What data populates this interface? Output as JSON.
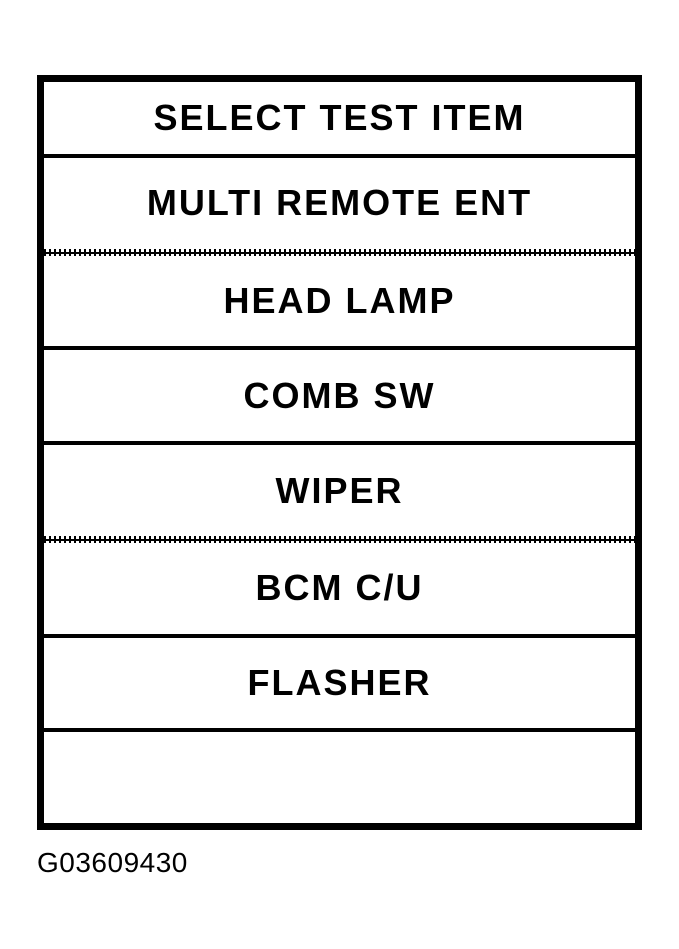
{
  "figure": {
    "caption": "G03609430",
    "colors": {
      "foreground": "#000000",
      "background": "#ffffff"
    }
  },
  "screen": {
    "title": "SELECT TEST ITEM",
    "menu_items": [
      {
        "label": "MULTI REMOTE ENT",
        "divider_after": "dotted"
      },
      {
        "label": "HEAD LAMP",
        "divider_after": "solid"
      },
      {
        "label": "COMB SW",
        "divider_after": "solid"
      },
      {
        "label": "WIPER",
        "divider_after": "dotted"
      },
      {
        "label": "BCM C/U",
        "divider_after": "solid"
      },
      {
        "label": "FLASHER",
        "divider_after": "solid"
      },
      {
        "label": "",
        "divider_after": "none"
      }
    ]
  }
}
